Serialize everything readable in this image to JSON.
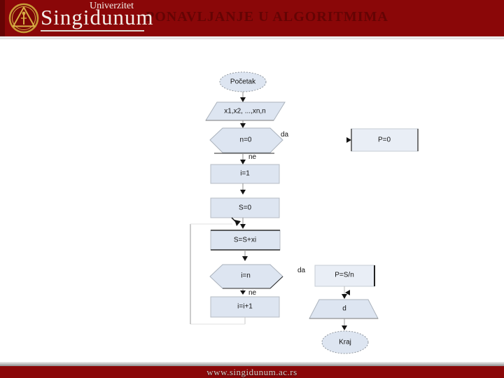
{
  "header": {
    "university_label": "Univerzitet",
    "brand": "Singidunum",
    "ghost_title": "PONAVLJANJE U ALGORITMIMA"
  },
  "flowchart": {
    "nodes": {
      "start": "Početak",
      "input": "x1,x2, ...,xn,n",
      "check_n": "n=0",
      "p_zero": "P=0",
      "i_init": "i=1",
      "s_init": "S=0",
      "sum": "S=S+xi",
      "check_i": "i=n",
      "average": "P=S/n",
      "increment": "i=i+1",
      "output": "d",
      "end": "Kraj"
    },
    "branch_labels": {
      "n_yes": "da",
      "n_no": "ne",
      "i_yes": "da",
      "i_no": "ne"
    }
  },
  "footer": {
    "url": "www.singidunum.ac.rs"
  },
  "colors": {
    "header_red": "#8a0708",
    "dark_red_strip": "#650404",
    "gold": "#cf9f3c",
    "shape_fill": "#dde5f1",
    "shape_border": "#aab2bc",
    "footer_text": "#d3cfc9"
  }
}
